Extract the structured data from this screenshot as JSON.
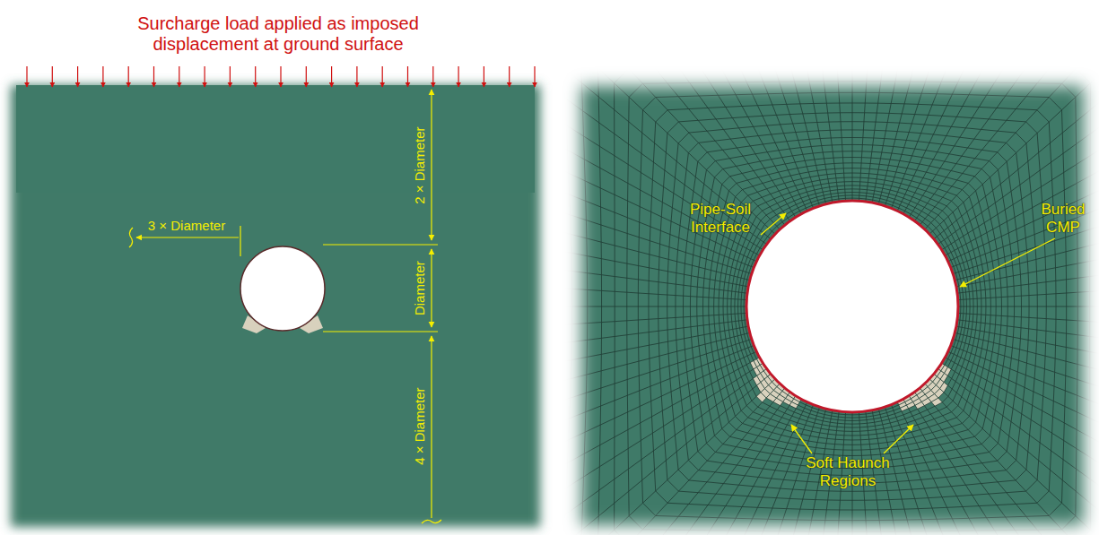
{
  "diagram": {
    "labels": [
      "Surcharge load applied as imposed displacement at ground surface",
      "2 × Diameter",
      "Diameter",
      "4 × Diameter",
      "3 × Diameter",
      "Pipe-Soil Interface",
      "Buried CMP",
      "Soft Haunch Regions"
    ]
  }
}
